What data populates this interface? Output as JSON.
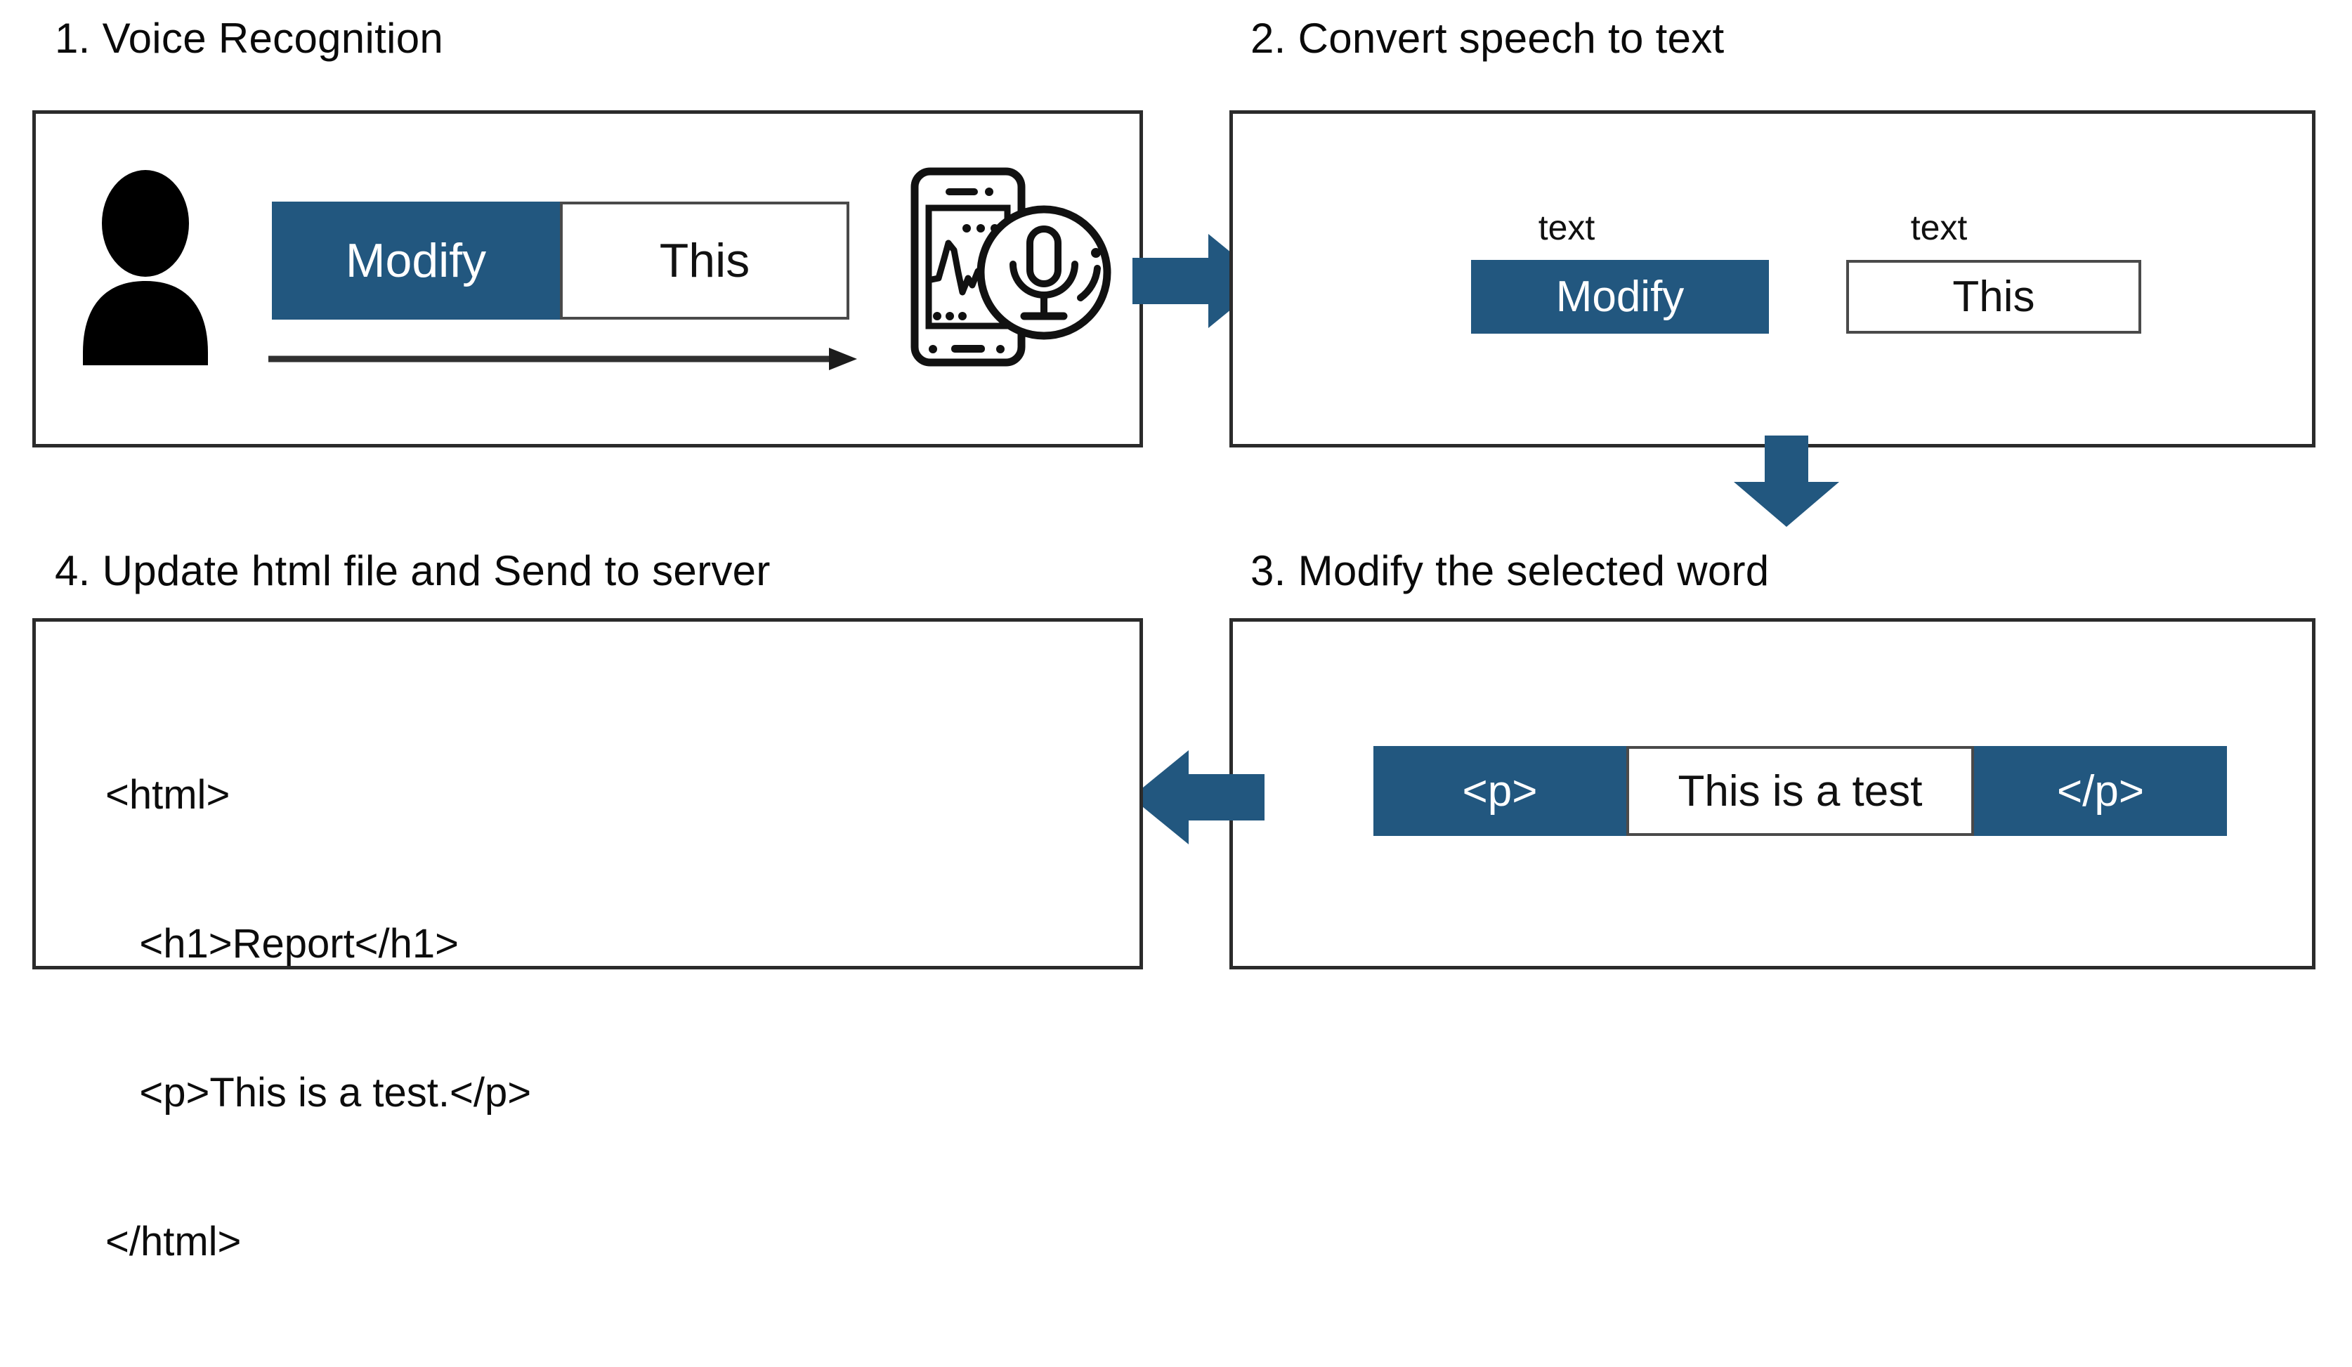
{
  "diagram": {
    "title_color": "#0a0a0a",
    "accent_blue": "#22577f",
    "border_dark": "#2b2b2b"
  },
  "panels": {
    "step1": {
      "title": "1. Voice Recognition",
      "person_icon": "person-icon",
      "chip_blue_label": "Modify",
      "chip_white_label": "This",
      "flow_arrow": "right-thin-arrow-icon",
      "device_icon": "phone-microphone-icon"
    },
    "step2": {
      "title": "2. Convert speech to text",
      "label_left": "text",
      "label_right": "text",
      "chip_blue_label": "Modify",
      "chip_white_label": "This"
    },
    "step3": {
      "title": "3. Modify the selected word",
      "tag_open": "<p>",
      "content": "This is a test",
      "tag_close": "</p>"
    },
    "step4": {
      "title": "4. Update html file and Send to server",
      "code_line_1": "<html>",
      "code_line_2": "   <h1>Report</h1>",
      "code_line_3": "   <p>This is a test.</p>",
      "code_line_4": "</html>"
    }
  },
  "arrows": {
    "step1_to_step2": "right-arrow-icon",
    "step2_to_step3": "down-arrow-icon",
    "step3_to_step4": "left-arrow-icon"
  }
}
